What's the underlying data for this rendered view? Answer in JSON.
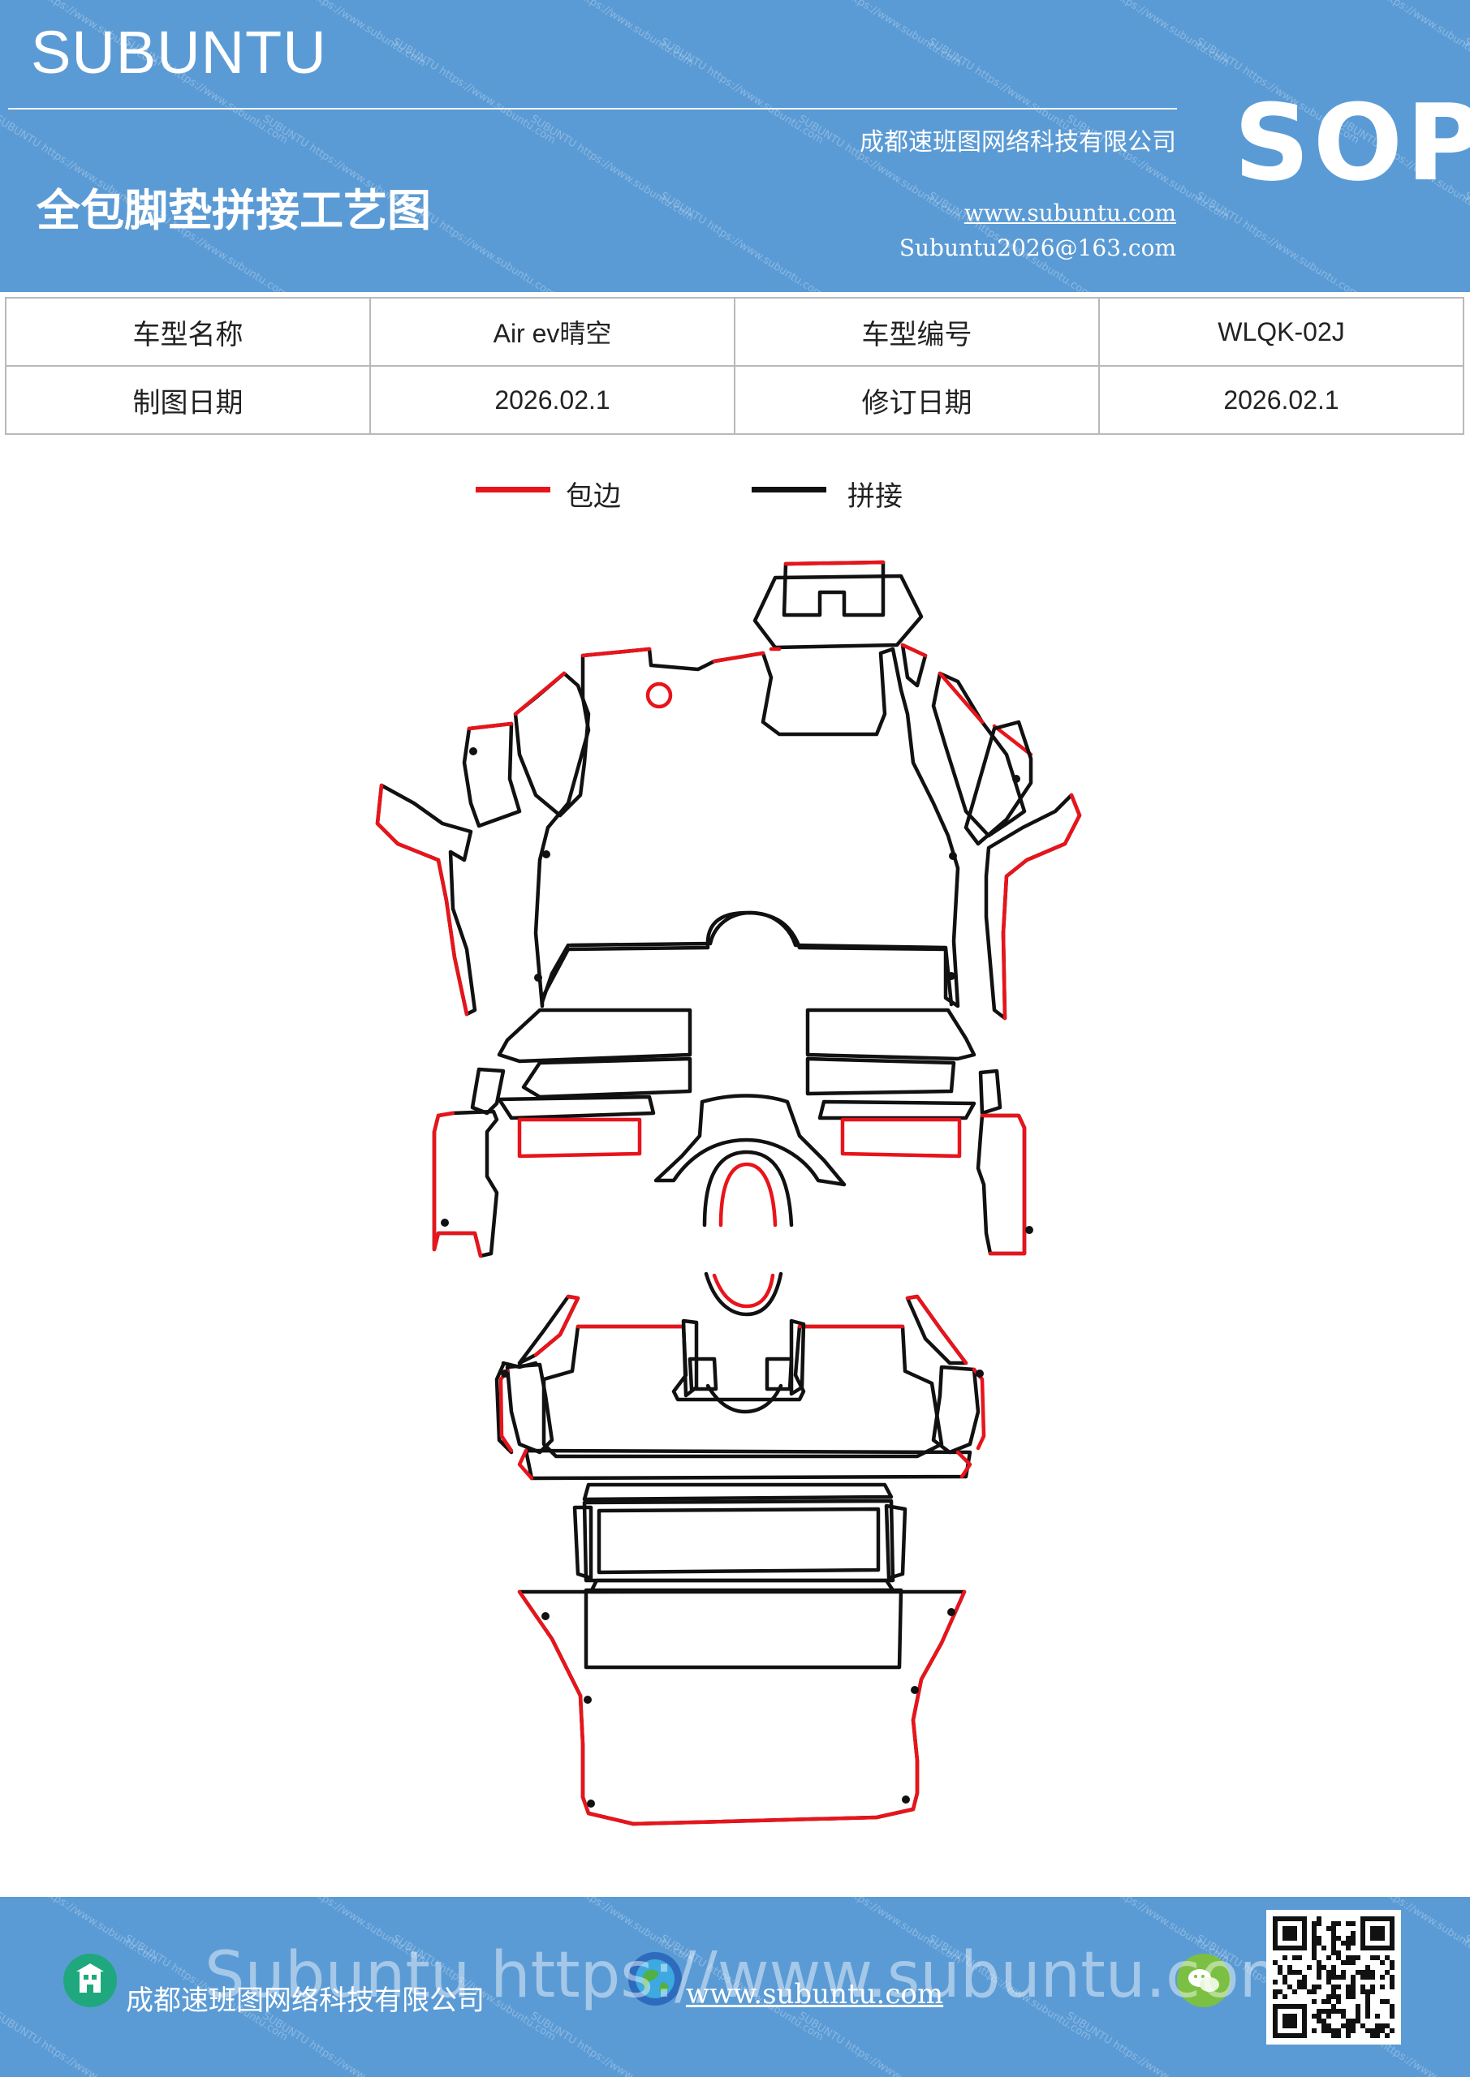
{
  "header": {
    "brand": "SUBUNTU",
    "title": "全包脚垫拼接工艺图",
    "company": "成都速班图网络科技有限公司",
    "website": "www.subuntu.com",
    "email": "Subuntu2026@163.com",
    "badge": "SOP",
    "watermark": "SUBUNTU https://www.subuntu.com"
  },
  "info_table": {
    "rows": [
      {
        "label1": "车型名称",
        "value1": "Air  ev晴空",
        "label2": "车型编号",
        "value2": "WLQK-02J"
      },
      {
        "label1": "制图日期",
        "value1": "2026.02.1",
        "label2": "修订日期",
        "value2": "2026.02.1"
      }
    ]
  },
  "legend": {
    "items": [
      {
        "label": "包边",
        "color": "#e8141b"
      },
      {
        "label": "拼接",
        "color": "#111111"
      }
    ]
  },
  "colors": {
    "brand_blue": "#5b9bd5",
    "edge_red": "#e8141b",
    "seam_black": "#111111"
  },
  "footer": {
    "company": "成都速班图网络科技有限公司",
    "website": "www.subuntu.com",
    "watermark_text": "Subuntu https://www.subuntu.com",
    "qr_icon": "qr-code-icon"
  }
}
